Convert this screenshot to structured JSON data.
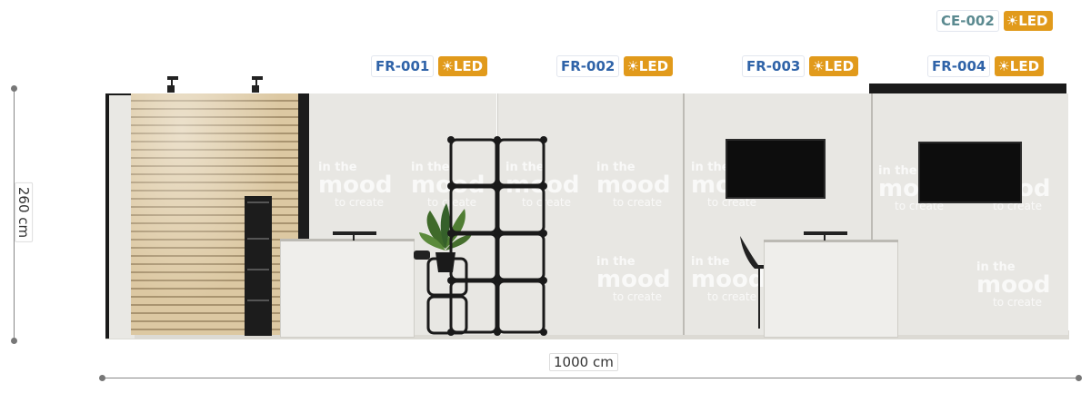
{
  "labels": [
    {
      "code": "FR-001",
      "led": "LED"
    },
    {
      "code": "FR-002",
      "led": "LED"
    },
    {
      "code": "FR-003",
      "led": "LED"
    },
    {
      "code": "FR-004",
      "led": "LED"
    },
    {
      "code": "CE-002",
      "led": "LED"
    }
  ],
  "dimensions": {
    "height": "260 cm",
    "width": "1000 cm"
  },
  "watermark": {
    "line1": "in the",
    "line2": "mood",
    "line3": "to create"
  },
  "colors": {
    "code_text": "#2f63a8",
    "ce_code_text": "#5b8a90",
    "led_badge": "#e19a1b",
    "wood": "#d8c39e",
    "panel": "#e7e6e2"
  },
  "icons": {
    "led": "sun-icon"
  }
}
